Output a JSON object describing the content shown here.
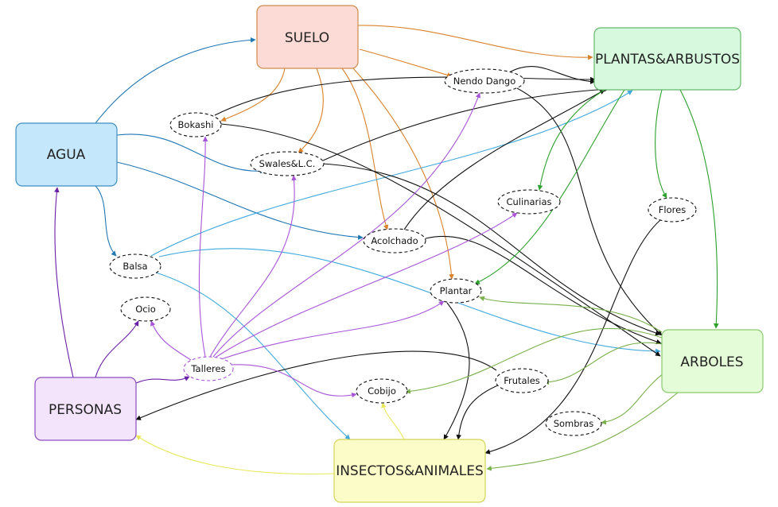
{
  "diagram": {
    "main_nodes": {
      "suelo": {
        "label": "SUELO",
        "fill": "#fcdad5",
        "stroke": "#d08a4a"
      },
      "plantas": {
        "label": "PLANTAS&ARBUSTOS",
        "fill": "#d7fadf",
        "stroke": "#63b96a"
      },
      "agua": {
        "label": "AGUA",
        "fill": "#c4e7fb",
        "stroke": "#3f8fc0"
      },
      "arboles": {
        "label": "ARBOLES",
        "fill": "#e4fcd8",
        "stroke": "#8acb6c"
      },
      "personas": {
        "label": "PERSONAS",
        "fill": "#f3e4fc",
        "stroke": "#8a4cc0"
      },
      "insectos": {
        "label": "INSECTOS&ANIMALES",
        "fill": "#fbfcc8",
        "stroke": "#d4d45a"
      }
    },
    "sub_nodes": {
      "nendo": {
        "label": "Nendo Dango"
      },
      "bokashi": {
        "label": "Bokashi"
      },
      "swales": {
        "label": "Swales&L.C."
      },
      "culinarias": {
        "label": "Culinarias"
      },
      "flores": {
        "label": "Flores"
      },
      "acolchado": {
        "label": "Acolchado"
      },
      "balsa": {
        "label": "Balsa"
      },
      "plantar": {
        "label": "Plantar"
      },
      "ocio": {
        "label": "Ocio"
      },
      "talleres": {
        "label": "Talleres"
      },
      "cobijo": {
        "label": "Cobijo"
      },
      "frutales": {
        "label": "Frutales"
      },
      "sombras": {
        "label": "Sombras"
      }
    },
    "edge_colors": {
      "orange": "#d9822b",
      "blue": "#1f77b4",
      "skyblue": "#41a9de",
      "black": "#111111",
      "green": "#2ca02c",
      "olive": "#79b04a",
      "purple": "#a855d8",
      "violet": "#6a1fa8",
      "yellow": "#e8e85a"
    }
  }
}
